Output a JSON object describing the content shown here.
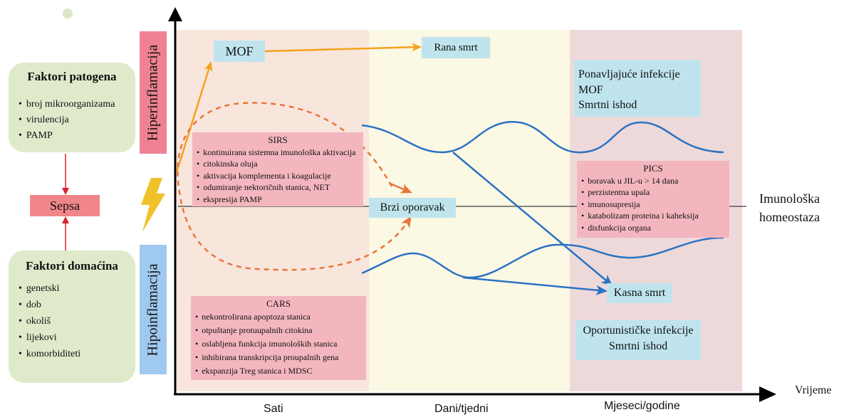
{
  "factors": {
    "pathogen": {
      "title": "Faktori patogena",
      "items": [
        "broj mikroorganizama",
        "virulencija",
        "PAMP"
      ]
    },
    "host": {
      "title": "Faktori domaćina",
      "items": [
        "genetski",
        "dob",
        "okoliš",
        "lijekovi",
        "komorbiditeti"
      ]
    },
    "sepsis": "Sepsa"
  },
  "axes": {
    "upper_label": "Hiperinflamacija",
    "lower_label": "Hipoinflamacija",
    "x_label": "Vrijeme",
    "baseline_label_line1": "Imunološka",
    "baseline_label_line2": "homeostaza",
    "periods": [
      "Sati",
      "Dani/tjedni",
      "Mjeseci/godine"
    ]
  },
  "boxes": {
    "mof": "MOF",
    "early_death": "Rana smrt",
    "fast_recovery": "Brzi oporavak",
    "late_death": "Kasna smrt",
    "late_hyper": {
      "line1": "Ponavljajuće infekcije",
      "line2": "MOF",
      "line3": "Smrtni ishod"
    },
    "late_hypo": {
      "line1": "Oportunističke infekcije",
      "line2": "Smrtni ishod"
    }
  },
  "sirs": {
    "title": "SIRS",
    "items": [
      "kontinuirana sistemna imunološka aktivacija",
      "citokinska oluja",
      "aktivacija komplementa i koagulacije",
      "odumiranje nektoričnih stanica, NET",
      "ekspresija PAMP"
    ]
  },
  "cars": {
    "title": "CARS",
    "items": [
      "nekontrolirana apoptoza stanica",
      "otpuštanje protuupalnih citokina",
      "oslabljena funkcija imunoloških stanica",
      "inhibirana transkripcija proupalnih gena",
      "ekspanzija Treg stanica i MDSC"
    ]
  },
  "pics": {
    "title": "PICS",
    "items": [
      "boravak u JIL-u > 14 dana",
      "perzistentna upala",
      "imunosupresija",
      "katabolizam proteina i kaheksija",
      "disfunkcija organa"
    ]
  },
  "colors": {
    "phase_hours": "#f8e6dd",
    "phase_days": "#fbf8e4",
    "phase_months": "#eed9da",
    "factor_card": "#dfeacb",
    "pink_box": "#f4b6be",
    "blue_box": "#bfe4ee",
    "sepsis_box": "#f0868a",
    "upper_tab": "#ee8293",
    "lower_tab": "#9fc9ee",
    "orange_arrow": "#f4a21d",
    "dashed_loop": "#e8753a",
    "blue_curve": "#2b72c4",
    "red_arrow": "#d8232a",
    "lightning": "#f0c22a"
  }
}
